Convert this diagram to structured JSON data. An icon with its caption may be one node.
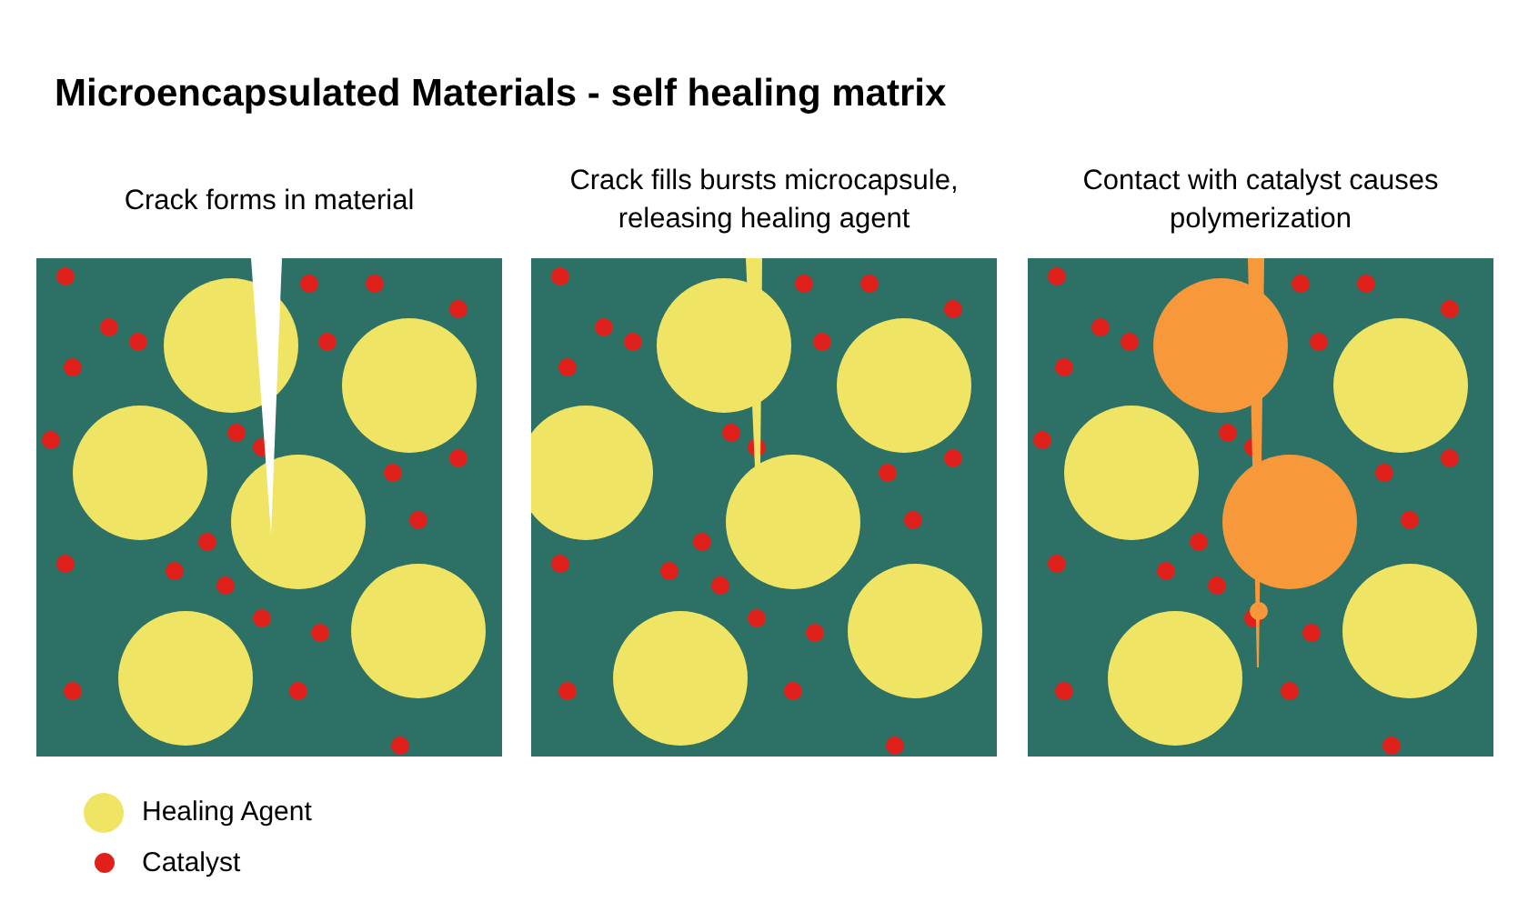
{
  "diagram": {
    "title": "Microencapsulated Materials - self healing matrix",
    "nodes": [
      {
        "text": [
          "Crack forms in material"
        ]
      },
      {
        "text": [
          "Crack fills bursts microcapsule, releasing healing agent"
        ]
      },
      {
        "text": [
          "Contact with catalyst causes polymerization"
        ]
      }
    ],
    "legend": [
      {
        "text": "Healing Agent",
        "color": "#f0e464"
      },
      {
        "text": "Catalyst",
        "color": "#e0201b"
      }
    ]
  }
}
